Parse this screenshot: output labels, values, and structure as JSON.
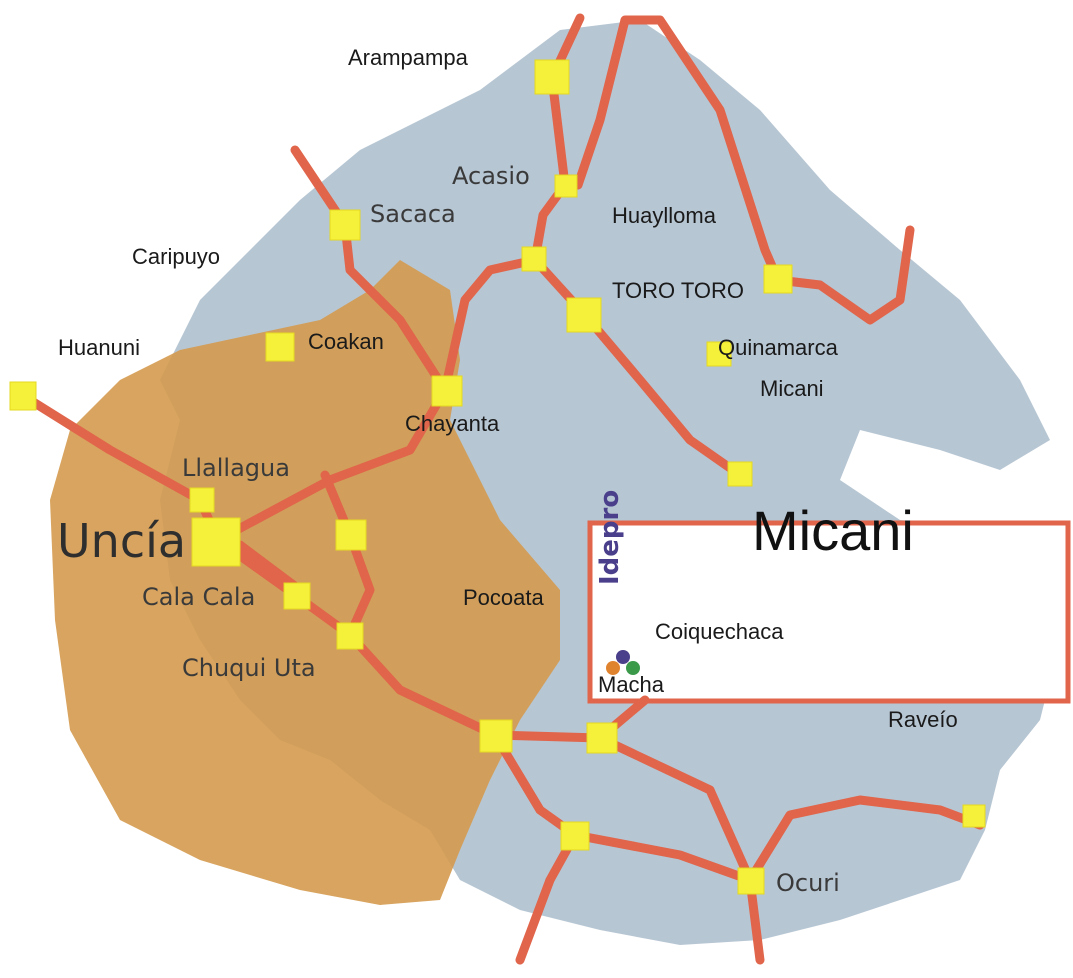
{
  "colors": {
    "background": "#ffffff",
    "region_blue": "#b7c6d3",
    "region_orange": "#d49a4e",
    "road": "#e0654a",
    "town": "#f5f03a",
    "box_border": "#e0654a"
  },
  "labels": {
    "arampampa": "Arampampa",
    "acasio": "Acasio",
    "sacaca": "Sacaca",
    "huaylloma": "Huaylloma",
    "caripuyo": "Caripuyo",
    "toro_toro": "TORO TORO",
    "huanuni": "Huanuni",
    "coakan": "Coakan",
    "quinamarca": "Quinamarca",
    "micani_small": "Micani",
    "chayanta": "Chayanta",
    "llallagua": "Llallagua",
    "uncia": "Uncía",
    "micani_large": "Micani",
    "cala_cala": "Cala Cala",
    "pocoata": "Pocoata",
    "idepro": "Idepro",
    "coiquechaca": "Coiquechaca",
    "chuqui_uta": "Chuqui Uta",
    "macha": "Macha",
    "raveio": "Raveío",
    "ocuri": "Ocuri"
  }
}
